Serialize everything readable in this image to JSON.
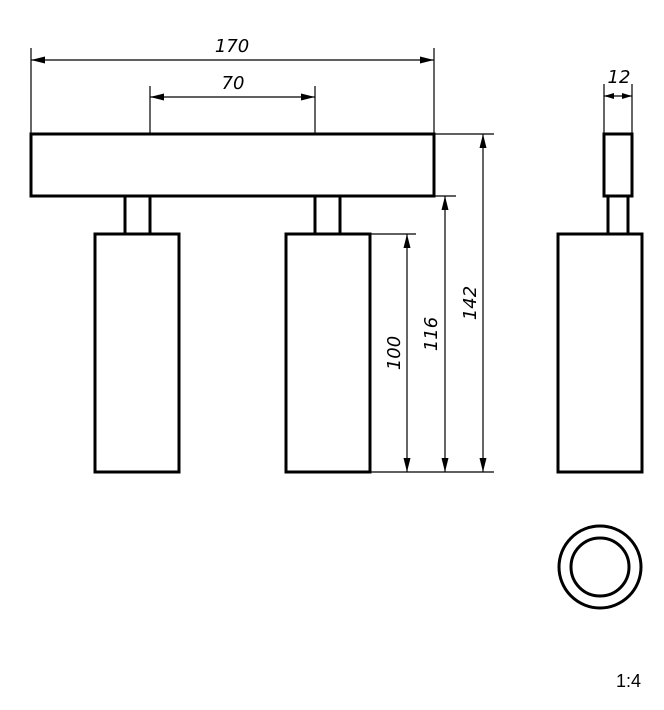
{
  "dimensions": {
    "total_width": "170",
    "spacing": "70",
    "depth": "12",
    "head_height": "100",
    "mid_height": "116",
    "total_height": "142"
  },
  "scale": "1:4"
}
